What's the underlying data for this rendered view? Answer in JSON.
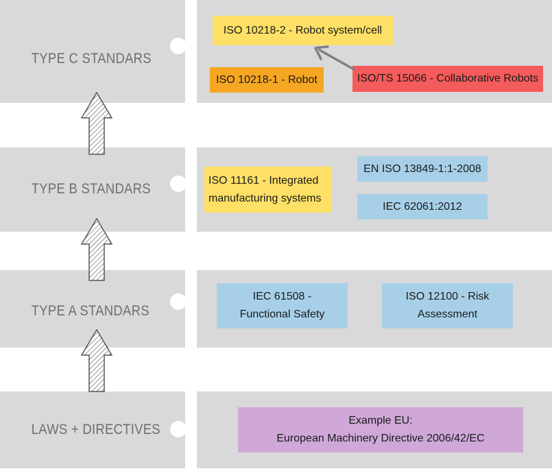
{
  "levels": {
    "c": {
      "label": "TYPE C STANDARS"
    },
    "b": {
      "label": "TYPE B STANDARS"
    },
    "a": {
      "label": "TYPE A STANDARS"
    },
    "laws": {
      "label": "LAWS + DIRECTIVES"
    }
  },
  "boxes": {
    "iso10218_2": {
      "text": "ISO 10218-2 - Robot system/cell",
      "color": "#ffe066"
    },
    "iso10218_1": {
      "text": "ISO 10218-1 - Robot",
      "color": "#f5a623"
    },
    "isots15066": {
      "text": "ISO/TS 15066 - Collaborative Robots",
      "color": "#f45b5b"
    },
    "iso11161": {
      "line1": "ISO 11161 - Integrated",
      "line2": "manufacturing systems",
      "color": "#ffe066"
    },
    "en13849": {
      "text": "EN ISO 13849-1:1-2008",
      "color": "#a7d0e8"
    },
    "iec62061": {
      "text": "IEC 62061:2012",
      "color": "#a7d0e8"
    },
    "iec61508": {
      "line1": "IEC 61508 -",
      "line2": "Functional Safety",
      "color": "#a7d0e8"
    },
    "iso12100": {
      "line1": "ISO 12100 - Risk",
      "line2": "Assessment",
      "color": "#a7d0e8"
    },
    "eu": {
      "line1": "Example EU:",
      "line2": "European Machinery Directive 2006/42/EC",
      "color": "#cfa8d8"
    }
  },
  "colors": {
    "band": "#d9d9d9",
    "label_text": "#6e6e6e",
    "connector_arrow": "#808080",
    "up_arrow_stroke": "#555555"
  },
  "icons": {
    "up_arrow": "hatched-up-arrow-icon",
    "connector": "gray-arrow"
  }
}
